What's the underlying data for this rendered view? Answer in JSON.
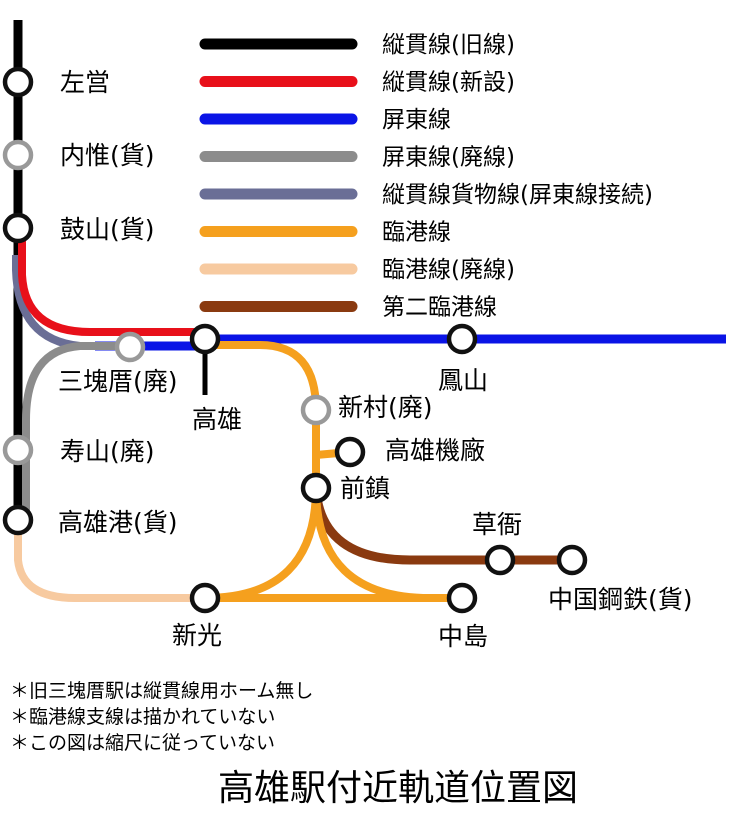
{
  "colors": {
    "old_trunk": "#000000",
    "new_trunk": "#e8101a",
    "pingtung": "#0a14e6",
    "pingtung_abandoned": "#8c8c8c",
    "freight": "#6a6e96",
    "rinko": "#f5a01e",
    "rinko_abandoned": "#f7caa0",
    "second_rinko": "#8a3a10"
  },
  "legend": [
    {
      "color_key": "old_trunk",
      "label": "縦貫線(旧線)"
    },
    {
      "color_key": "new_trunk",
      "label": "縦貫線(新設)"
    },
    {
      "color_key": "pingtung",
      "label": "屏東線"
    },
    {
      "color_key": "pingtung_abandoned",
      "label": "屏東線(廃線)"
    },
    {
      "color_key": "freight",
      "label": "縦貫線貨物線(屏東線接続)"
    },
    {
      "color_key": "rinko",
      "label": "臨港線"
    },
    {
      "color_key": "rinko_abandoned",
      "label": "臨港線(廃線)"
    },
    {
      "color_key": "second_rinko",
      "label": "第二臨港線"
    }
  ],
  "stations": {
    "zuoying": "左営",
    "neiwei": "内惟(貨)",
    "gushan": "鼓山(貨)",
    "sankuaicuo": "三塊厝(廃)",
    "kaohsiung": "高雄",
    "fengshan": "鳳山",
    "xincun": "新村(廃)",
    "depot": "高雄機廠",
    "qianzhen": "前鎮",
    "shoushan": "寿山(廃)",
    "port": "高雄港(貨)",
    "caoya": "草衙",
    "csc": "中国鋼鉄(貨)",
    "xinguang": "新光",
    "zhongdao": "中島"
  },
  "notes": [
    "＊旧三塊厝駅は縦貫線用ホーム無し",
    "＊臨港線支線は描かれていない",
    "＊この図は縮尺に従っていない"
  ],
  "title": "高雄駅付近軌道位置図"
}
